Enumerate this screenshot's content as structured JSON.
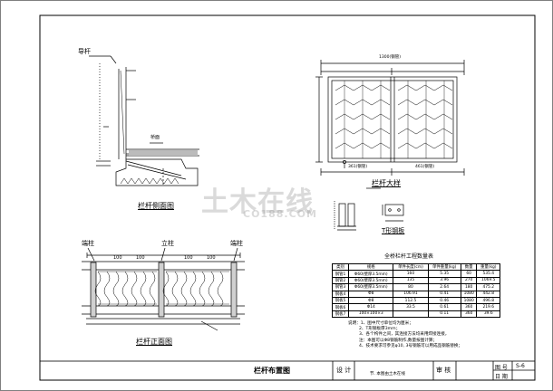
{
  "labels": {
    "side_post_label": "导杆",
    "side_bridge_label": "桥面",
    "side_title": "栏杆侧面图",
    "front_left_label": "端柱",
    "front_mid_label": "立柱",
    "front_right_label": "端柱",
    "front_title": "栏杆正面图",
    "front_dims": [
      "100",
      "100",
      "100",
      "100"
    ],
    "large_title": "栏杆大样",
    "large_total_dim": "1300(钢管)",
    "large_bottom_left_dim": "361(钢管)",
    "large_bottom_right_dim": "461(钢管)",
    "t_title": "T形钢板"
  },
  "table": {
    "title": "全桥栏杆工程数量表",
    "headers": [
      "类别",
      "规格",
      "单件长度(cm)",
      "单件重量(kg)",
      "数量",
      "重量(kg)"
    ],
    "rows": [
      [
        "钢管1",
        "Φ60(壁厚3.5mm)",
        "160",
        "5.35",
        "60",
        "535.4"
      ],
      [
        "钢管2",
        "Φ60(壁厚3.5mm)",
        "135",
        "3.96",
        "270",
        "1069.5"
      ],
      [
        "钢管3",
        "Φ60(壁厚3.5mm)",
        "80",
        "2.64",
        "180",
        "475.2"
      ],
      [
        "钢板4",
        "Φ8",
        "106.91",
        "0.41",
        "1080",
        "442.8"
      ],
      [
        "钢板5",
        "Φ8",
        "112.5",
        "0.46",
        "1080",
        "496.8"
      ],
      [
        "钢板6",
        "Φ14",
        "33.5",
        "0.61",
        "360",
        "219.6"
      ],
      [
        "钢板7",
        "100×100×3",
        "",
        "0.11",
        "360",
        "39.6"
      ]
    ]
  },
  "notes": [
    "说明：1、图中尺寸单位均为厘米；",
    "2、T形钢板厚3mm；",
    "3、各个构件之间，其连接方法均采用焊接连接，",
    "注：本图可以Φ8钢筋制作,数量按图计算；",
    "4、技术要求可参见φ10, 3号钢筋可以用成品钢筋替换；"
  ],
  "watermark": {
    "main": "土木在线",
    "sub": "CO188.COM"
  },
  "title_block": {
    "drawing_name": "栏杆布置图",
    "row2": "设计",
    "design_label": "设 计",
    "check_label": "审 核",
    "sheet_label": "图 号",
    "sheet_no": "S-6",
    "date_label": "日 期",
    "small_note": "节. 本图由土木在线"
  }
}
